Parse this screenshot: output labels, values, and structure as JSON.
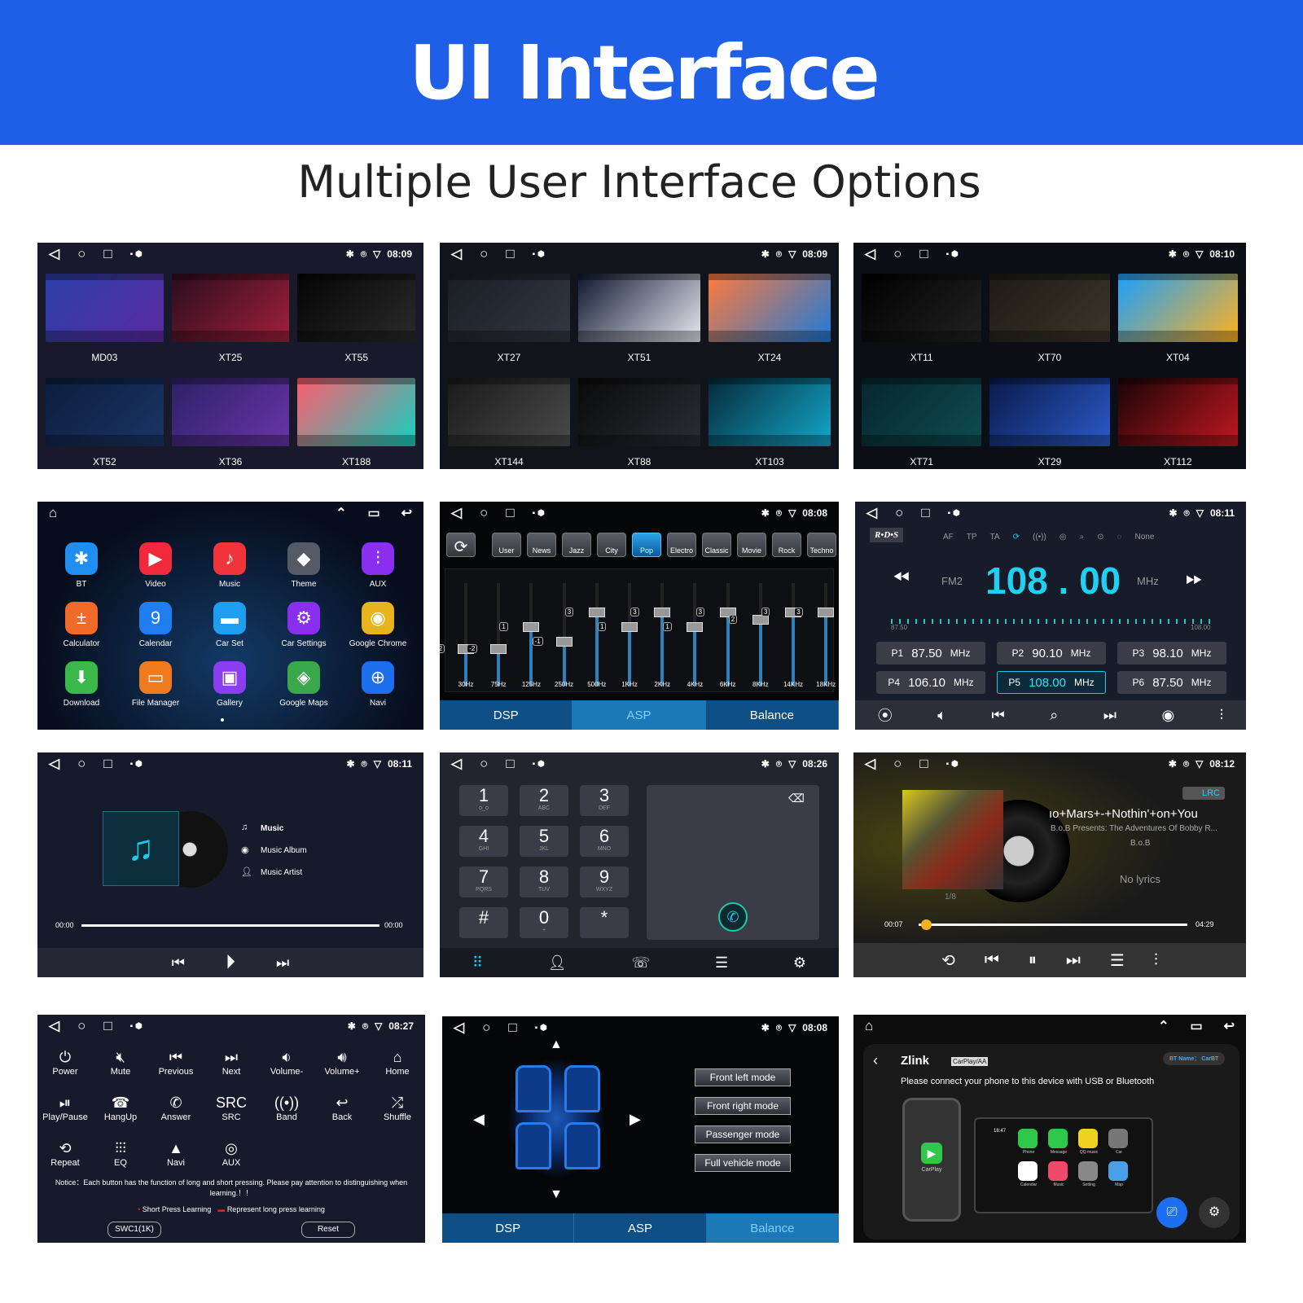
{
  "header": {
    "title": "UI Interface",
    "subtitle": "Multiple User Interface Options",
    "brand_color": "#1f5ee6"
  },
  "theme_panels": [
    {
      "time": "08:09",
      "themes": [
        {
          "name": "MD03",
          "colors": [
            "#2a3fa8",
            "#5b2aa0"
          ]
        },
        {
          "name": "XT25",
          "colors": [
            "#2a0d1e",
            "#a0203a"
          ]
        },
        {
          "name": "XT55",
          "colors": [
            "#050505",
            "#2a2a2a"
          ]
        },
        {
          "name": "XT52",
          "colors": [
            "#0c1d3d",
            "#1b3566"
          ]
        },
        {
          "name": "XT36",
          "colors": [
            "#2b2266",
            "#6a34a8"
          ]
        },
        {
          "name": "XT188",
          "colors": [
            "#ff5b6e",
            "#14d1c0"
          ]
        }
      ]
    },
    {
      "time": "08:09",
      "themes": [
        {
          "name": "XT27",
          "colors": [
            "#1a1d24",
            "#333842"
          ]
        },
        {
          "name": "XT51",
          "colors": [
            "#0e1730",
            "#e8e8f0"
          ]
        },
        {
          "name": "XT24",
          "colors": [
            "#ff7a3c",
            "#1e7ad8"
          ]
        },
        {
          "name": "XT144",
          "colors": [
            "#1a1a1a",
            "#4a4a4a"
          ]
        },
        {
          "name": "XT88",
          "colors": [
            "#0a0a0a",
            "#2a2d35"
          ]
        },
        {
          "name": "XT103",
          "colors": [
            "#042a3a",
            "#14a6c8"
          ]
        }
      ]
    },
    {
      "time": "08:10",
      "themes": [
        {
          "name": "XT11",
          "colors": [
            "#000000",
            "#222222"
          ]
        },
        {
          "name": "XT70",
          "colors": [
            "#1e1a14",
            "#3c352a"
          ]
        },
        {
          "name": "XT04",
          "colors": [
            "#1aa0ff",
            "#ffb01e"
          ]
        },
        {
          "name": "XT71",
          "colors": [
            "#05262c",
            "#0e4c52"
          ]
        },
        {
          "name": "XT29",
          "colors": [
            "#0a1a4a",
            "#2a5ac8"
          ]
        },
        {
          "name": "XT112",
          "colors": [
            "#1a0406",
            "#c01820"
          ]
        }
      ]
    }
  ],
  "launcher": {
    "apps": [
      {
        "label": "BT",
        "icon": "bluetooth-icon",
        "glyph": "✱",
        "color": "#1e8ef0"
      },
      {
        "label": "Video",
        "icon": "video-icon",
        "glyph": "▶",
        "color": "#f02a3a"
      },
      {
        "label": "Music",
        "icon": "music-icon",
        "glyph": "♪",
        "color": "#f0343a"
      },
      {
        "label": "Theme",
        "icon": "theme-icon",
        "glyph": "◆",
        "color": "#555a66"
      },
      {
        "label": "AUX",
        "icon": "aux-icon",
        "glyph": "⫶",
        "color": "#8a2ef0"
      },
      {
        "label": "Calculator",
        "icon": "calculator-icon",
        "glyph": "±",
        "color": "#f06a2a"
      },
      {
        "label": "Calendar",
        "icon": "calendar-icon",
        "glyph": "9",
        "color": "#1e7ef0"
      },
      {
        "label": "Car Set",
        "icon": "car-icon",
        "glyph": "▬",
        "color": "#1e9ef0"
      },
      {
        "label": "Car Settings",
        "icon": "gear-icon",
        "glyph": "⚙",
        "color": "#8a2ef0"
      },
      {
        "label": "Google Chrome",
        "icon": "chrome-icon",
        "glyph": "◉",
        "color": "#e8b41e"
      },
      {
        "label": "Download",
        "icon": "download-icon",
        "glyph": "⬇",
        "color": "#3ab84a"
      },
      {
        "label": "File Manager",
        "icon": "folder-icon",
        "glyph": "▭",
        "color": "#f07a1e"
      },
      {
        "label": "Gallery",
        "icon": "gallery-icon",
        "glyph": "▣",
        "color": "#8a3ef0"
      },
      {
        "label": "Google Maps",
        "icon": "maps-icon",
        "glyph": "◈",
        "color": "#3aa84a"
      },
      {
        "label": "Navi",
        "icon": "navigation-icon",
        "glyph": "⊕",
        "color": "#1e6ef0"
      }
    ]
  },
  "eq": {
    "time": "08:08",
    "reset_icon": "refresh-icon",
    "presets": [
      "User",
      "News",
      "Jazz",
      "City",
      "Pop",
      "Electro",
      "Classic",
      "Movie",
      "Rock",
      "Techno"
    ],
    "active_preset": "Pop",
    "bands": [
      {
        "f": "30Hz",
        "v": -2
      },
      {
        "f": "75Hz",
        "v": -2
      },
      {
        "f": "125Hz",
        "v": 1
      },
      {
        "f": "250Hz",
        "v": -1
      },
      {
        "f": "500Hz",
        "v": 3
      },
      {
        "f": "1KHz",
        "v": 1
      },
      {
        "f": "2KHz",
        "v": 3
      },
      {
        "f": "4KHz",
        "v": 1
      },
      {
        "f": "6KHz",
        "v": 3
      },
      {
        "f": "8KHz",
        "v": 2
      },
      {
        "f": "14KHz",
        "v": 3
      },
      {
        "f": "18KHz",
        "v": 3
      }
    ],
    "range": [
      -7,
      7
    ],
    "tabs": [
      "DSP",
      "ASP",
      "Balance"
    ],
    "active_tab": "ASP",
    "accent": "#1ec8e8"
  },
  "radio": {
    "time": "08:11",
    "rds": "R•D•S",
    "flags": [
      "AF",
      "TP",
      "TA"
    ],
    "none": "None",
    "band": "FM2",
    "freq": "108 . 00",
    "unit": "MHz",
    "min": "87.50",
    "max": "108.00",
    "stations": [
      {
        "p": "P1",
        "f": "87.50"
      },
      {
        "p": "P2",
        "f": "90.10"
      },
      {
        "p": "P3",
        "f": "98.10"
      },
      {
        "p": "P4",
        "f": "106.10"
      },
      {
        "p": "P5",
        "f": "108.00"
      },
      {
        "p": "P6",
        "f": "87.50"
      }
    ],
    "active": "P5",
    "mhz": "MHz"
  },
  "music_local": {
    "time": "08:11",
    "title": "Music",
    "album": "Music Album",
    "artist": "Music Artist",
    "elapsed": "00:00",
    "total": "00:00"
  },
  "dialer": {
    "time": "08:26",
    "keys": [
      {
        "d": "1",
        "s": "ᴏ_ᴏ"
      },
      {
        "d": "2",
        "s": "ABC"
      },
      {
        "d": "3",
        "s": "DEF"
      },
      {
        "d": "4",
        "s": "GHI"
      },
      {
        "d": "5",
        "s": "JKL"
      },
      {
        "d": "6",
        "s": "MNO"
      },
      {
        "d": "7",
        "s": "PQRS"
      },
      {
        "d": "8",
        "s": "TUV"
      },
      {
        "d": "9",
        "s": "WXYZ"
      },
      {
        "d": "#",
        "s": ""
      },
      {
        "d": "0",
        "s": "+"
      },
      {
        "d": "*",
        "s": ""
      }
    ]
  },
  "player": {
    "time": "08:12",
    "lrc": "LRC",
    "song": "ıo+Mars+-+Nothin'+on+You",
    "album": "B.o.B Presents: The Adventures Of Bobby R...",
    "artist": "B.o.B",
    "lyrics": "No lyrics",
    "track": "1/8",
    "elapsed": "00:07",
    "total": "04:29",
    "progress": 0.027,
    "accent": "#ffb01e"
  },
  "swc": {
    "time": "08:27",
    "buttons": [
      {
        "l": "Power",
        "g": "⏻"
      },
      {
        "l": "Mute",
        "g": "🔇︎"
      },
      {
        "l": "Previous",
        "g": "⏮︎"
      },
      {
        "l": "Next",
        "g": "⏭︎"
      },
      {
        "l": "Volume-",
        "g": "🔉︎"
      },
      {
        "l": "Volume+",
        "g": "🔊︎"
      },
      {
        "l": "Home",
        "g": "⌂"
      },
      {
        "l": "Play/Pause",
        "g": "⏯︎"
      },
      {
        "l": "HangUp",
        "g": "☎"
      },
      {
        "l": "Answer",
        "g": "✆"
      },
      {
        "l": "SRC",
        "g": "SRC"
      },
      {
        "l": "Band",
        "g": "((•))"
      },
      {
        "l": "Back",
        "g": "↩"
      },
      {
        "l": "Shuffle",
        "g": "⤮"
      },
      {
        "l": "Repeat",
        "g": "⟲"
      },
      {
        "l": "EQ",
        "g": "⫶⫶⫶"
      },
      {
        "l": "Navi",
        "g": "▲"
      },
      {
        "l": "AUX",
        "g": "◎"
      }
    ],
    "notice": "Notice：Each button has the function of long and short pressing. Please pay attention to distinguishing when learning.！！",
    "short_legend": "Short Press Learning",
    "long_legend": "Represent long press learning",
    "model": "SWC1(1K)",
    "reset": "Reset"
  },
  "balance": {
    "time": "08:08",
    "modes": [
      "Front left mode",
      "Front right mode",
      "Passenger mode",
      "Full vehicle mode"
    ],
    "tabs": [
      "DSP",
      "ASP",
      "Balance"
    ],
    "active_tab": "Balance"
  },
  "zlink": {
    "title": "Zlink",
    "badge": "CarPlay/AA",
    "bt_name": "BT Name： CarBT",
    "message": "Please connect your phone to this device with USB or Bluetooth",
    "phone_app": "CarPlay",
    "clock": "18:47",
    "apps": [
      {
        "l": "Phone",
        "c": "#2ec84a"
      },
      {
        "l": "Message",
        "c": "#2ec84a"
      },
      {
        "l": "QQ music",
        "c": "#f0d020"
      },
      {
        "l": "Car",
        "c": "#777"
      },
      {
        "l": "Calendar",
        "c": "#fff"
      },
      {
        "l": "Music",
        "c": "#f04a6a"
      },
      {
        "l": "Setting",
        "c": "#888"
      },
      {
        "l": "Map",
        "c": "#4aa0e8"
      }
    ]
  }
}
